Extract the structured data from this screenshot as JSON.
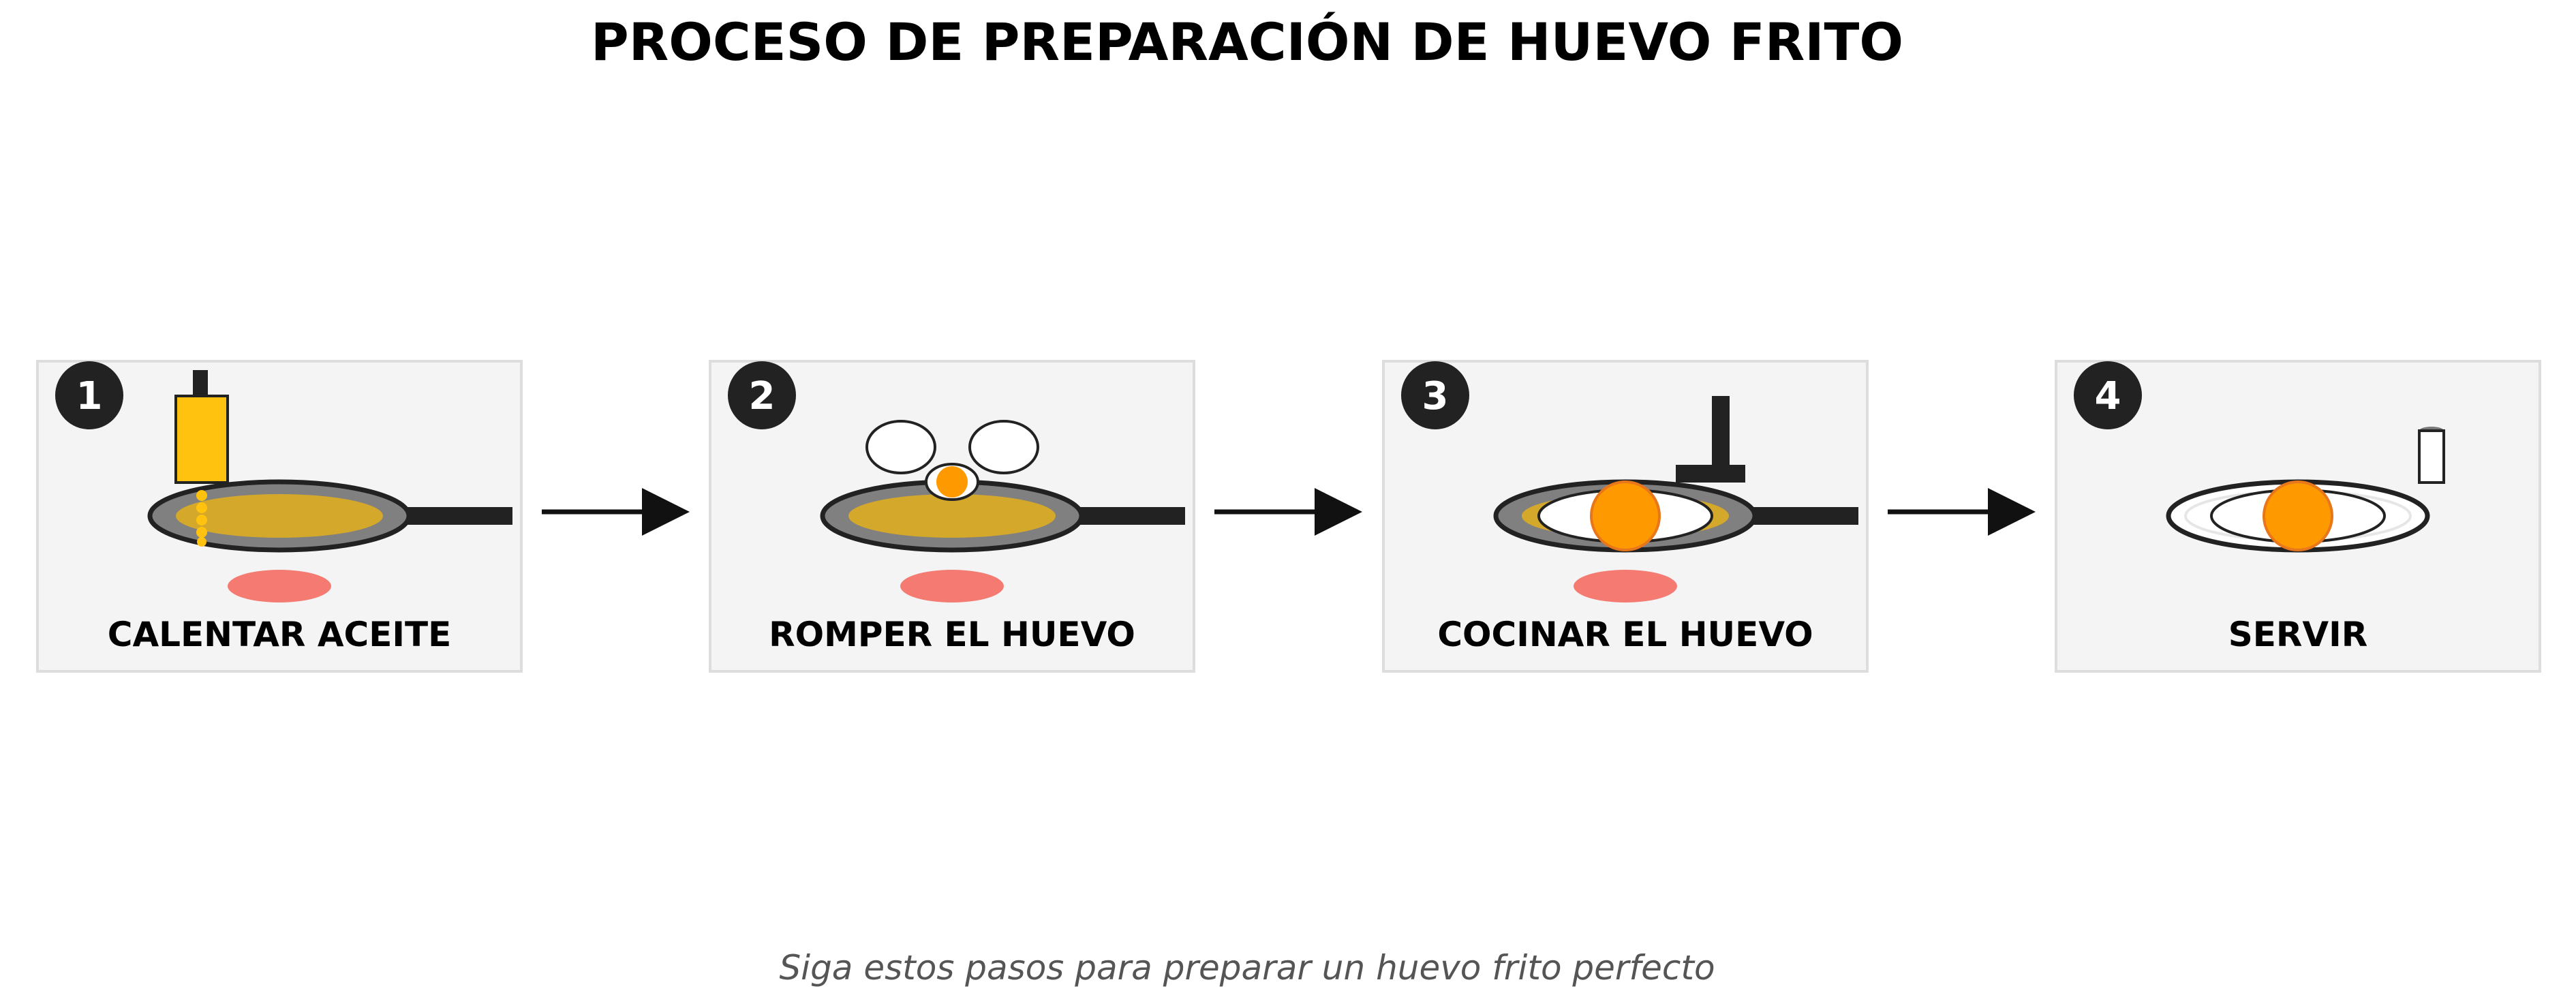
{
  "title": "PROCESO DE PREPARACIÓN DE HUEVO FRITO",
  "steps": [
    {
      "number": "1",
      "label": "CALENTAR ACEITE"
    },
    {
      "number": "2",
      "label": "ROMPER EL HUEVO"
    },
    {
      "number": "3",
      "label": "COCINAR EL HUEVO"
    },
    {
      "number": "4",
      "label": "SERVIR"
    }
  ],
  "caption": "Siga estos pasos para preparar un huevo frito perfecto",
  "colors": {
    "panel_fill": "#f4f4f4",
    "panel_border": "#dddddd",
    "badge": "#222222",
    "pan_outer": "#808080",
    "pan_dark": "#222222",
    "oil": "#d4a82a",
    "oil_bottle": "#ffc20e",
    "flame": "#f47a72",
    "yolk": "#ff9900",
    "yolk_edge": "#e8761a",
    "egg_white": "#ffffff"
  }
}
